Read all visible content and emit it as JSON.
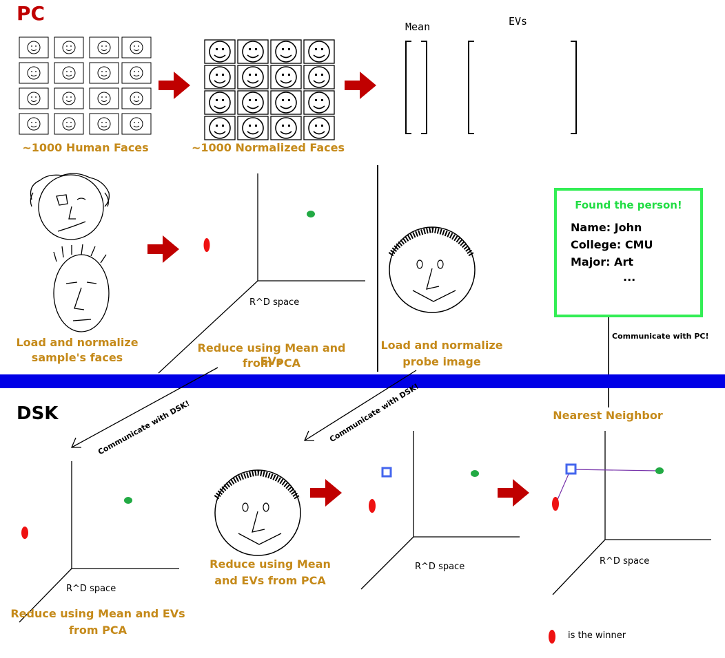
{
  "pc_section": {
    "label": "PC",
    "human_faces_caption": "~1000 Human Faces",
    "normalized_faces_caption": "~1000 Normalized Faces",
    "mean_label": "Mean",
    "evs_label": "EVs",
    "load_samples_caption": [
      "Load and normalize",
      "sample's faces"
    ],
    "reduce_caption": [
      "Reduce using Mean and EVs",
      "from PCA"
    ],
    "space_label": "R^D space",
    "load_probe_caption": [
      "Load and normalize",
      "probe image"
    ]
  },
  "result_box": {
    "title": "Found the person!",
    "name": "Name: John",
    "college": "College: CMU",
    "major": "Major: Art",
    "more": "..."
  },
  "communicate_pc": "Communicate with PC!",
  "communicate_dsk": "Communicate with DSK!",
  "dsk_section": {
    "label": "DSK",
    "space_label": "R^D space",
    "reduce_caption_left": [
      "Reduce using Mean and EVs",
      "from PCA"
    ],
    "reduce_caption_mid": [
      "Reduce using Mean",
      "and EVs from PCA"
    ],
    "nearest_neighbor": "Nearest Neighbor",
    "legend_text": "is the winner"
  },
  "colors": {
    "arrow_red": "#c00000",
    "caption_gold": "#c58a1a",
    "divider_blue": "#0000e6",
    "highlight_green": "#33ee55",
    "point_green": "#22aa44",
    "point_red": "#ee1111",
    "probe_blue": "#4466ee"
  },
  "icons": [
    "face-thumbnail-icon",
    "big-red-arrow-icon",
    "sketch-face-icon",
    "bracket-vector-icon",
    "up-arrow-icon"
  ]
}
